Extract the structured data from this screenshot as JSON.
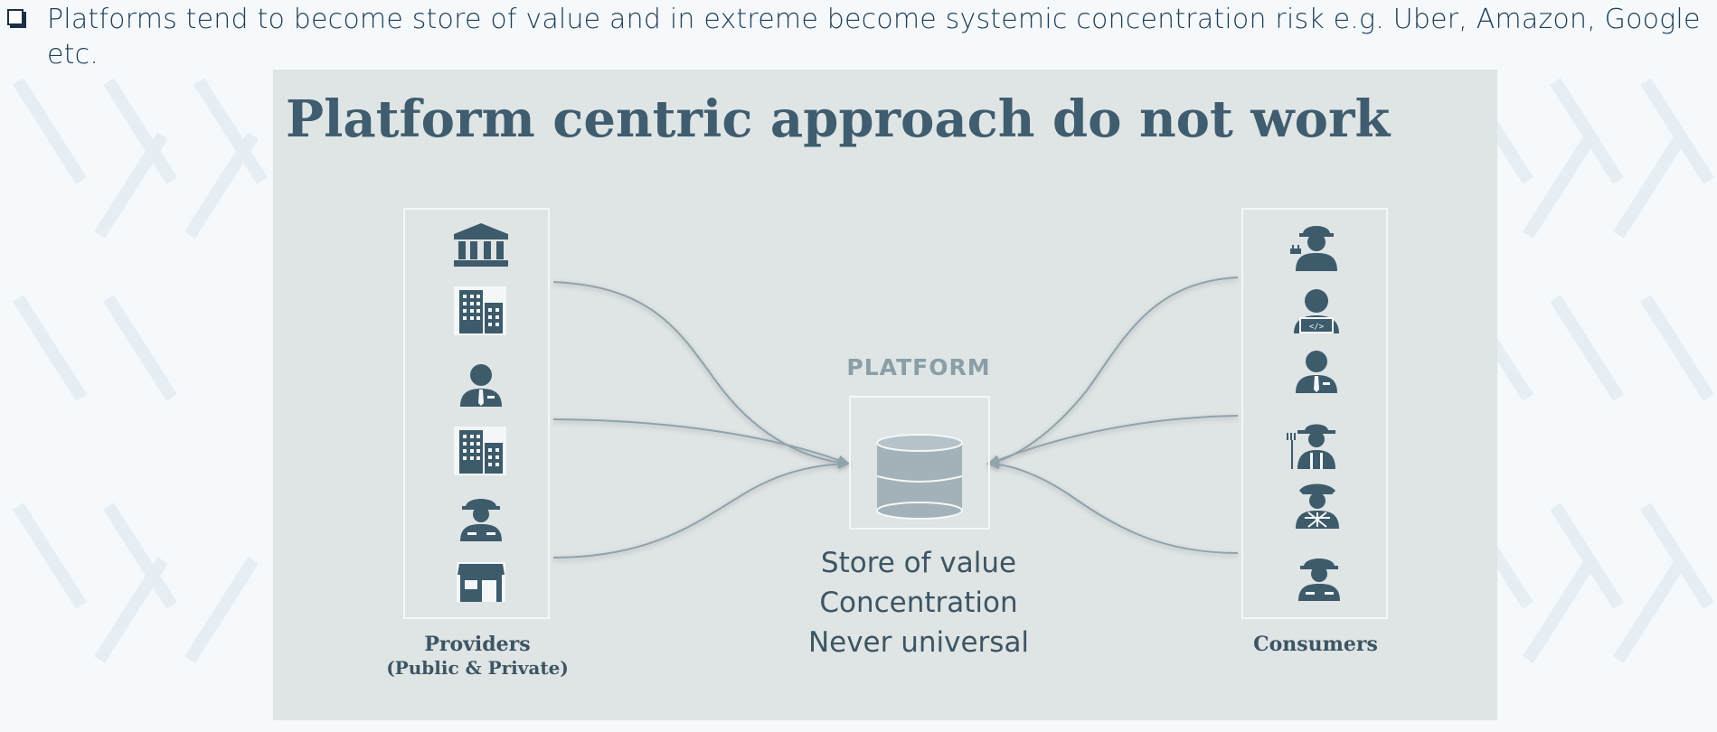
{
  "bullet": {
    "icon": "checkbox-icon",
    "text": "Platforms tend to become store of value and in extreme become systemic concentration risk e.g. Uber, Amazon, Google etc."
  },
  "diagram": {
    "title": "Platform centric approach do not work",
    "platform_label": "PLATFORM",
    "platform_icon": "database-icon",
    "platform_points": [
      "Store of value",
      "Concentration",
      "Never universal"
    ],
    "providers": {
      "label_line1": "Providers",
      "label_line2": "(Public & Private)",
      "icons": [
        "government-building-icon",
        "office-building-icon",
        "businessman-icon",
        "office-building-icon",
        "construction-worker-icon",
        "storefront-icon"
      ]
    },
    "consumers": {
      "label": "Consumers",
      "icons": [
        "electrician-icon",
        "developer-icon",
        "businessman-icon",
        "farmer-icon",
        "police-officer-icon",
        "construction-worker-icon"
      ]
    },
    "colors": {
      "slide_bg": "#dfe4e5",
      "title": "#3f5d6e",
      "icon": "#3d5b6b",
      "connector": "#8fa3ab",
      "platform_label": "#8a9ea6",
      "database": "#a2b2b8",
      "text": "#3d5563",
      "page_bg": "#f5f9fc"
    }
  }
}
